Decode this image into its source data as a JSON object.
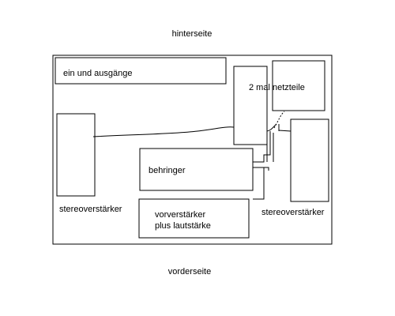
{
  "labels": {
    "back_side": "hinterseite",
    "front_side": "vorderseite"
  },
  "components": {
    "io": "ein und ausgänge",
    "power_supplies": "2 mal netzteile",
    "behringer": "behringer",
    "stereo_amp_left": "stereoverstärker",
    "stereo_amp_right": "stereoverstärker",
    "preamp_line1": "vorverstärker",
    "preamp_line2": "plus lautstärke"
  },
  "colors": {
    "background": "#ffffff",
    "line": "#000000"
  }
}
